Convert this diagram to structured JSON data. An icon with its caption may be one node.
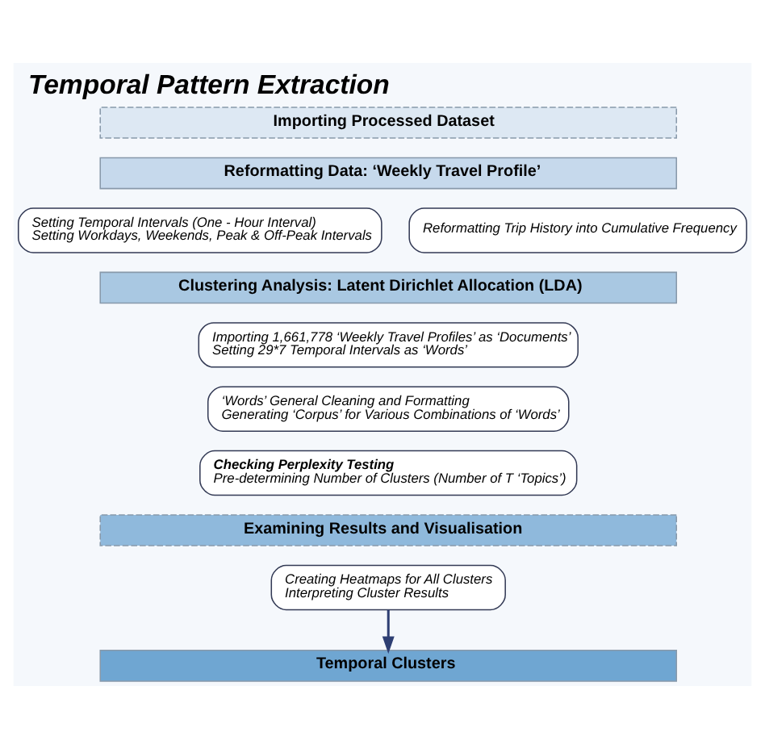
{
  "diagram": {
    "title": "Temporal Pattern Extraction",
    "nodes": [
      {
        "text": [
          "Importing Processed Dataset"
        ]
      },
      {
        "text": [
          "Reformatting Data: ‘Weekly Travel Profile’"
        ]
      },
      {
        "text": [
          "Setting Temporal Intervals (One - Hour Interval)",
          "Setting Workdays, Weekends, Peak & Off-Peak Intervals"
        ]
      },
      {
        "text": [
          "Reformatting Trip History into Cumulative Frequency"
        ]
      },
      {
        "text": [
          "Clustering Analysis: Latent Dirichlet Allocation (LDA)"
        ]
      },
      {
        "text": [
          "Importing 1,661,778 ‘Weekly Travel Profiles’ as ‘Documents’",
          "Setting 29*7 Temporal Intervals as ‘Words’"
        ]
      },
      {
        "text": [
          "‘Words’ General Cleaning and Formatting",
          "Generating ‘Corpus’ for Various Combinations of ‘Words’"
        ]
      },
      {
        "text": [
          "Checking Perplexity Testing",
          "Pre-determining Number of Clusters (Number of T ‘Topics’)"
        ]
      },
      {
        "text": [
          "Examining Results and Visualisation"
        ]
      },
      {
        "text": [
          "Creating Heatmaps for All Clusters",
          "Interpreting Cluster Results"
        ]
      },
      {
        "text": [
          "Temporal Clusters"
        ]
      }
    ],
    "edges": [
      {
        "from": 9,
        "to": 10,
        "arrow": "to"
      }
    ]
  }
}
